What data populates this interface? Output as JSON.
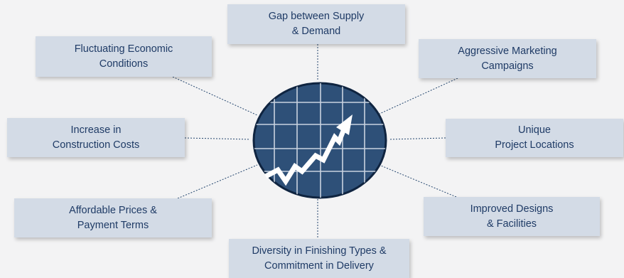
{
  "hub": {
    "icon": "growth-chart-icon",
    "colors": {
      "fill": "#2e5078",
      "stroke": "#0f2440",
      "grid": "#c9d3e0",
      "arrow": "#ffffff"
    }
  },
  "nodes": {
    "top": "Gap between Supply\n& Demand",
    "top_left": "Fluctuating Economic\nConditions",
    "top_right": "Aggressive Marketing\nCampaigns",
    "middle_left": "Increase in\nConstruction Costs",
    "middle_right": "Unique\nProject Locations",
    "bottom_left": "Affordable Prices &\nPayment Terms",
    "bottom_right": "Improved Designs\n& Facilities",
    "bottom": "Diversity in Finishing Types &\nCommitment in Delivery"
  },
  "style": {
    "box_fill": "#d3dbe6",
    "text_color": "#1f3b66",
    "connector_color": "#24466e",
    "background": "#f3f3f4"
  }
}
